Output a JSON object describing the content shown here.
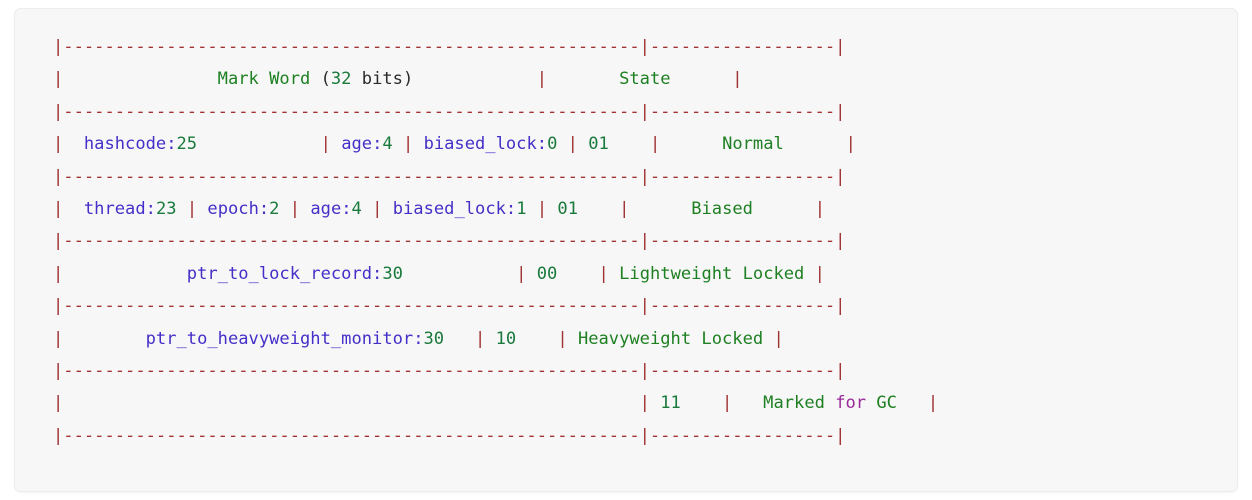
{
  "panel": {
    "background": "#f7f7f7",
    "border_color": "#ececec",
    "language": "plaintext"
  },
  "palette": {
    "punctuation": "#a03232",
    "identifier": "#4430c8",
    "number": "#1a7a3c",
    "string": "#1e8022",
    "keyword": "#9a2b9a",
    "plain": "#2b2b2b"
  },
  "diagram": {
    "title": "Mark Word (32 bits)",
    "state_header": "State",
    "width_bits": 32,
    "columns": [
      "Mark Word (32 bits)",
      "State"
    ],
    "rows": [
      {
        "state": "Normal",
        "tag_bits": "01",
        "fields": [
          {
            "name": "hashcode",
            "bits": 25
          },
          {
            "name": "age",
            "bits": 4
          },
          {
            "name": "biased_lock",
            "bits": 0
          }
        ]
      },
      {
        "state": "Biased",
        "tag_bits": "01",
        "fields": [
          {
            "name": "thread",
            "bits": 23
          },
          {
            "name": "epoch",
            "bits": 2
          },
          {
            "name": "age",
            "bits": 4
          },
          {
            "name": "biased_lock",
            "bits": 1
          }
        ]
      },
      {
        "state": "Lightweight Locked",
        "tag_bits": "00",
        "fields": [
          {
            "name": "ptr_to_lock_record",
            "bits": 30
          }
        ]
      },
      {
        "state": "Heavyweight Locked",
        "tag_bits": "10",
        "fields": [
          {
            "name": "ptr_to_heavyweight_monitor",
            "bits": 30
          }
        ]
      },
      {
        "state": "Marked for GC",
        "tag_bits": "11",
        "fields": []
      }
    ]
  },
  "lines": [
    {
      "id": "rule-top",
      "kind": "rule",
      "tokens": [
        {
          "c": "punct",
          "t": "|--------------------------------------------------------|------------------|"
        }
      ]
    },
    {
      "id": "header",
      "kind": "content",
      "tokens": [
        {
          "c": "punct",
          "t": "|"
        },
        {
          "c": "plain",
          "t": "               "
        },
        {
          "c": "str",
          "t": "Mark Word"
        },
        {
          "c": "plain",
          "t": " ("
        },
        {
          "c": "num",
          "t": "32"
        },
        {
          "c": "plain",
          "t": " bits)"
        },
        {
          "c": "plain",
          "t": "            "
        },
        {
          "c": "punct",
          "t": "|"
        },
        {
          "c": "plain",
          "t": "       "
        },
        {
          "c": "str",
          "t": "State"
        },
        {
          "c": "plain",
          "t": "      "
        },
        {
          "c": "punct",
          "t": "|"
        }
      ]
    },
    {
      "id": "rule-1",
      "kind": "rule",
      "tokens": [
        {
          "c": "punct",
          "t": "|--------------------------------------------------------|------------------|"
        }
      ]
    },
    {
      "id": "row-normal",
      "kind": "content",
      "tokens": [
        {
          "c": "punct",
          "t": "|"
        },
        {
          "c": "plain",
          "t": "  "
        },
        {
          "c": "ident",
          "t": "hashcode:"
        },
        {
          "c": "num",
          "t": "25"
        },
        {
          "c": "plain",
          "t": "            "
        },
        {
          "c": "punct",
          "t": "|"
        },
        {
          "c": "plain",
          "t": " "
        },
        {
          "c": "ident",
          "t": "age:"
        },
        {
          "c": "num",
          "t": "4"
        },
        {
          "c": "plain",
          "t": " "
        },
        {
          "c": "punct",
          "t": "|"
        },
        {
          "c": "plain",
          "t": " "
        },
        {
          "c": "ident",
          "t": "biased_lock:"
        },
        {
          "c": "num",
          "t": "0"
        },
        {
          "c": "plain",
          "t": " "
        },
        {
          "c": "punct",
          "t": "|"
        },
        {
          "c": "plain",
          "t": " "
        },
        {
          "c": "num",
          "t": "01"
        },
        {
          "c": "plain",
          "t": "    "
        },
        {
          "c": "punct",
          "t": "|"
        },
        {
          "c": "plain",
          "t": "      "
        },
        {
          "c": "str",
          "t": "Normal"
        },
        {
          "c": "plain",
          "t": "      "
        },
        {
          "c": "punct",
          "t": "|"
        }
      ]
    },
    {
      "id": "rule-2",
      "kind": "rule",
      "tokens": [
        {
          "c": "punct",
          "t": "|--------------------------------------------------------|------------------|"
        }
      ]
    },
    {
      "id": "row-biased",
      "kind": "content",
      "tokens": [
        {
          "c": "punct",
          "t": "|"
        },
        {
          "c": "plain",
          "t": "  "
        },
        {
          "c": "ident",
          "t": "thread:"
        },
        {
          "c": "num",
          "t": "23"
        },
        {
          "c": "plain",
          "t": " "
        },
        {
          "c": "punct",
          "t": "|"
        },
        {
          "c": "plain",
          "t": " "
        },
        {
          "c": "ident",
          "t": "epoch:"
        },
        {
          "c": "num",
          "t": "2"
        },
        {
          "c": "plain",
          "t": " "
        },
        {
          "c": "punct",
          "t": "|"
        },
        {
          "c": "plain",
          "t": " "
        },
        {
          "c": "ident",
          "t": "age:"
        },
        {
          "c": "num",
          "t": "4"
        },
        {
          "c": "plain",
          "t": " "
        },
        {
          "c": "punct",
          "t": "|"
        },
        {
          "c": "plain",
          "t": " "
        },
        {
          "c": "ident",
          "t": "biased_lock:"
        },
        {
          "c": "num",
          "t": "1"
        },
        {
          "c": "plain",
          "t": " "
        },
        {
          "c": "punct",
          "t": "|"
        },
        {
          "c": "plain",
          "t": " "
        },
        {
          "c": "num",
          "t": "01"
        },
        {
          "c": "plain",
          "t": "    "
        },
        {
          "c": "punct",
          "t": "|"
        },
        {
          "c": "plain",
          "t": "      "
        },
        {
          "c": "str",
          "t": "Biased"
        },
        {
          "c": "plain",
          "t": "      "
        },
        {
          "c": "punct",
          "t": "|"
        }
      ]
    },
    {
      "id": "rule-3",
      "kind": "rule",
      "tokens": [
        {
          "c": "punct",
          "t": "|--------------------------------------------------------|------------------|"
        }
      ]
    },
    {
      "id": "row-lightweight",
      "kind": "content",
      "tokens": [
        {
          "c": "punct",
          "t": "|"
        },
        {
          "c": "plain",
          "t": "            "
        },
        {
          "c": "ident",
          "t": "ptr_to_lock_record:"
        },
        {
          "c": "num",
          "t": "30"
        },
        {
          "c": "plain",
          "t": "           "
        },
        {
          "c": "punct",
          "t": "|"
        },
        {
          "c": "plain",
          "t": " "
        },
        {
          "c": "num",
          "t": "00"
        },
        {
          "c": "plain",
          "t": "    "
        },
        {
          "c": "punct",
          "t": "|"
        },
        {
          "c": "plain",
          "t": " "
        },
        {
          "c": "str",
          "t": "Lightweight Locked"
        },
        {
          "c": "plain",
          "t": " "
        },
        {
          "c": "punct",
          "t": "|"
        }
      ]
    },
    {
      "id": "rule-4",
      "kind": "rule",
      "tokens": [
        {
          "c": "punct",
          "t": "|--------------------------------------------------------|------------------|"
        }
      ]
    },
    {
      "id": "row-heavyweight",
      "kind": "content",
      "tokens": [
        {
          "c": "punct",
          "t": "|"
        },
        {
          "c": "plain",
          "t": "        "
        },
        {
          "c": "ident",
          "t": "ptr_to_heavyweight_monitor:"
        },
        {
          "c": "num",
          "t": "30"
        },
        {
          "c": "plain",
          "t": "   "
        },
        {
          "c": "punct",
          "t": "|"
        },
        {
          "c": "plain",
          "t": " "
        },
        {
          "c": "num",
          "t": "10"
        },
        {
          "c": "plain",
          "t": "    "
        },
        {
          "c": "punct",
          "t": "|"
        },
        {
          "c": "plain",
          "t": " "
        },
        {
          "c": "str",
          "t": "Heavyweight Locked"
        },
        {
          "c": "plain",
          "t": " "
        },
        {
          "c": "punct",
          "t": "|"
        }
      ]
    },
    {
      "id": "rule-5",
      "kind": "rule",
      "tokens": [
        {
          "c": "punct",
          "t": "|--------------------------------------------------------|------------------|"
        }
      ]
    },
    {
      "id": "row-gc",
      "kind": "content",
      "tokens": [
        {
          "c": "punct",
          "t": "|"
        },
        {
          "c": "plain",
          "t": "                                                        "
        },
        {
          "c": "punct",
          "t": "|"
        },
        {
          "c": "plain",
          "t": " "
        },
        {
          "c": "num",
          "t": "11"
        },
        {
          "c": "plain",
          "t": "    "
        },
        {
          "c": "punct",
          "t": "|"
        },
        {
          "c": "plain",
          "t": "   "
        },
        {
          "c": "str",
          "t": "Marked"
        },
        {
          "c": "plain",
          "t": " "
        },
        {
          "c": "kw",
          "t": "for"
        },
        {
          "c": "plain",
          "t": " "
        },
        {
          "c": "str",
          "t": "GC"
        },
        {
          "c": "plain",
          "t": "   "
        },
        {
          "c": "punct",
          "t": "|"
        }
      ]
    },
    {
      "id": "rule-bottom",
      "kind": "rule",
      "tokens": [
        {
          "c": "punct",
          "t": "|--------------------------------------------------------|------------------|"
        }
      ]
    }
  ]
}
